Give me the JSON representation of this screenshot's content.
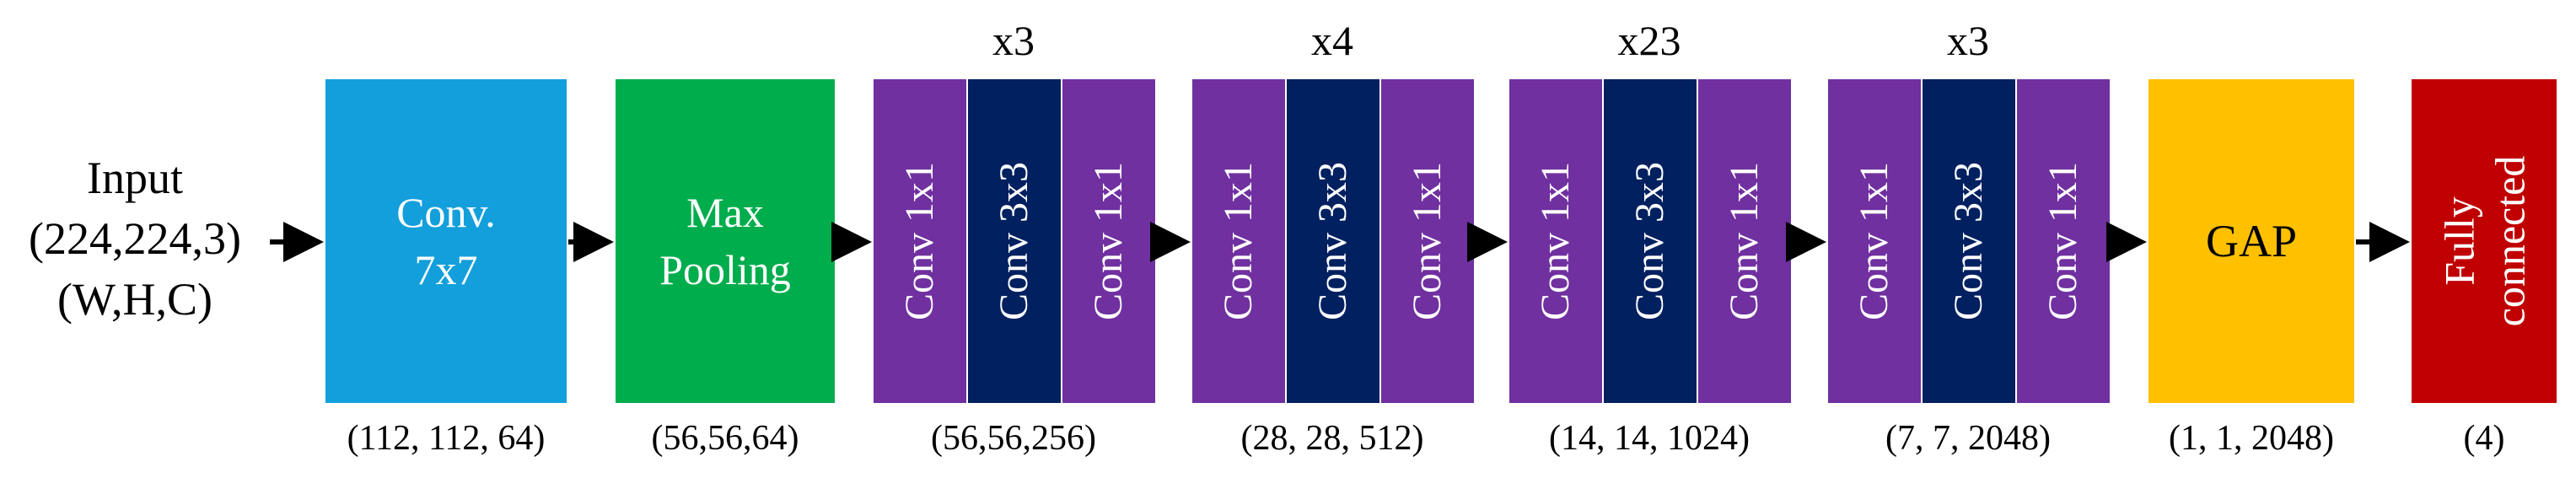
{
  "input": {
    "line1": "Input",
    "line2": "(224,224,3)",
    "line3": "(W,H,C)"
  },
  "blocks": {
    "conv7": {
      "line1": "Conv.",
      "line2": "7x7",
      "color": "#139fdb"
    },
    "maxpool": {
      "line1": "Max",
      "line2": "Pooling",
      "color": "#00ad4c"
    },
    "gap": {
      "label": "GAP",
      "color": "#ffc000"
    },
    "fc": {
      "line1": "Fully",
      "line2": "connected",
      "color": "#c00000"
    }
  },
  "stages": [
    {
      "repeat": "x3",
      "layers": [
        "Conv 1x1",
        "Conv 3x3",
        "Conv 1x1"
      ]
    },
    {
      "repeat": "x4",
      "layers": [
        "Conv 1x1",
        "Conv 3x3",
        "Conv 1x1"
      ]
    },
    {
      "repeat": "x23",
      "layers": [
        "Conv 1x1",
        "Conv 3x3",
        "Conv 1x1"
      ]
    },
    {
      "repeat": "x3",
      "layers": [
        "Conv 1x1",
        "Conv 3x3",
        "Conv 1x1"
      ]
    }
  ],
  "shapes": [
    "(112, 112, 64)",
    "(56,56,64)",
    "(56,56,256)",
    "(28, 28, 512)",
    "(14, 14, 1024)",
    "(7, 7, 2048)",
    "(1, 1, 2048)",
    "(4)"
  ],
  "colors": {
    "bottleneck_1x1": "#7030a0",
    "bottleneck_3x3": "#002060",
    "arrow": "#000000"
  }
}
